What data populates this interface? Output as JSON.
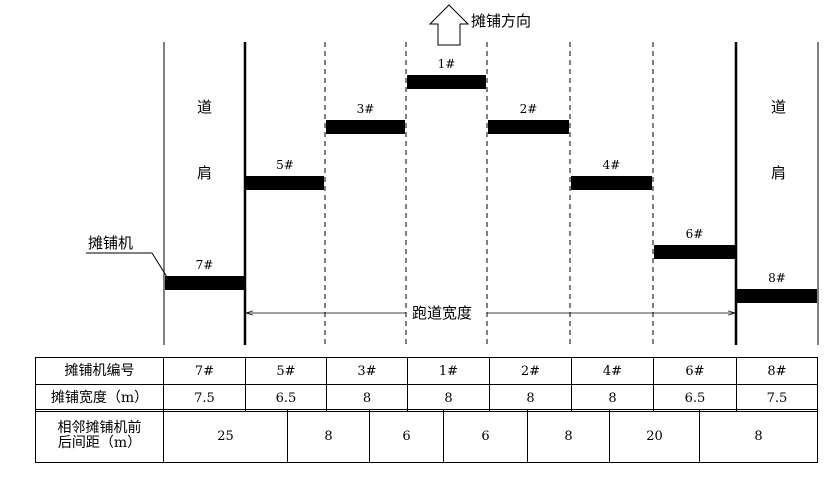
{
  "direction_label": "摊铺方向",
  "shoulder_chars": [
    "道",
    "肩"
  ],
  "paver_callout": "摊铺机",
  "runway_width_label": "跑道宽度",
  "pavers": [
    {
      "id": "7#",
      "width_m": 7.5,
      "lead_rank": 7
    },
    {
      "id": "5#",
      "width_m": 6.5,
      "lead_rank": 5
    },
    {
      "id": "3#",
      "width_m": 8,
      "lead_rank": 3
    },
    {
      "id": "1#",
      "width_m": 8,
      "lead_rank": 1
    },
    {
      "id": "2#",
      "width_m": 8,
      "lead_rank": 2
    },
    {
      "id": "4#",
      "width_m": 8,
      "lead_rank": 4
    },
    {
      "id": "6#",
      "width_m": 6.5,
      "lead_rank": 6
    },
    {
      "id": "8#",
      "width_m": 7.5,
      "lead_rank": 8
    }
  ],
  "table": {
    "row1_label": "摊铺机编号",
    "row1_values": [
      "7#",
      "5#",
      "3#",
      "1#",
      "2#",
      "4#",
      "6#",
      "8#"
    ],
    "row2_label": "摊铺宽度（m）",
    "row2_values": [
      "7.5",
      "6.5",
      "8",
      "8",
      "8",
      "8",
      "6.5",
      "7.5"
    ],
    "row3_label_line1": "相邻摊铺机前",
    "row3_label_line2": "后间距（m）",
    "row3_values": [
      "25",
      "8",
      "6",
      "6",
      "8",
      "20",
      "8"
    ]
  }
}
